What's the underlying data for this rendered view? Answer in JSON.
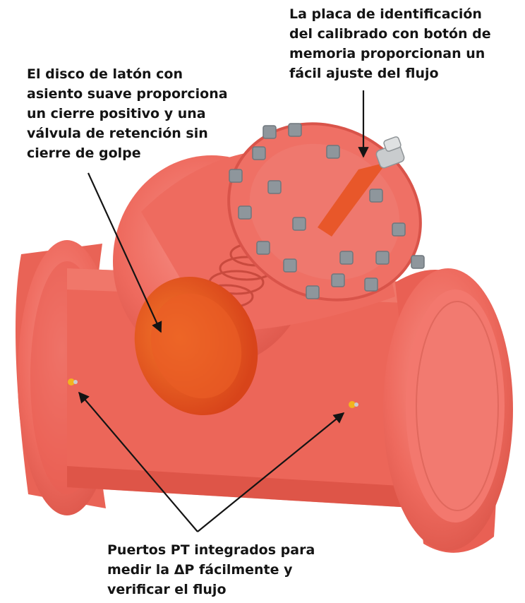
{
  "callouts": {
    "placa": {
      "lines": [
        "La placa de identificación",
        "del calibrado con botón de",
        "memoria proporcionan un",
        "fácil ajuste del flujo"
      ]
    },
    "disco": {
      "lines": [
        "El disco de latón con",
        "asiento suave proporciona",
        "un cierre positivo y una",
        "válvula de retención sin",
        "cierre de golpe"
      ]
    },
    "puertos": {
      "lines": [
        "Puertos PT integrados para",
        "medir la ΔP fácilmente y",
        "verificar el flujo"
      ]
    }
  },
  "colors": {
    "valve_body": "#ee6a5e",
    "valve_shadow": "#cf4a40",
    "valve_highlight": "#f8938a",
    "disc": "#e8521e",
    "bolts": "#8c949a",
    "arrow": "#141414",
    "text": "#141414"
  }
}
